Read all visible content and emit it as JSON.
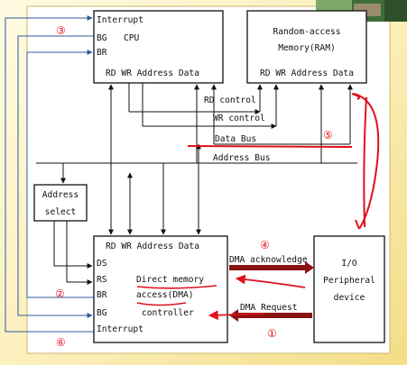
{
  "cpu": {
    "interrupt": "Interrupt",
    "bg": "BG",
    "cpu_label": "CPU",
    "br": "BR",
    "bottom": "RD WR Address Data"
  },
  "ram": {
    "line1": "Random-access",
    "line2": "Memory(RAM)",
    "bottom": "RD WR Address Data"
  },
  "buses": {
    "rd_control": "RD control",
    "wr_control": "WR control",
    "data_bus": "Data Bus",
    "address_bus": "Address Bus"
  },
  "address_select": {
    "line1": "Address",
    "line2": "select"
  },
  "dma": {
    "top": "RD WR Address Data",
    "ds": "DS",
    "rs": "RS",
    "br": "BR",
    "bg": "BG",
    "interrupt": "Interrupt",
    "name1": "Direct memory",
    "name2": "access(DMA)",
    "name3": "controller"
  },
  "io": {
    "line1": "I/O",
    "line2": "Peripheral",
    "line3": "device"
  },
  "signals": {
    "dma_ack": "DMA acknowledge",
    "dma_req": "DMA Request"
  },
  "annotations": {
    "n1": "①",
    "n2": "②",
    "n3": "③",
    "n4": "④",
    "n5": "⑤",
    "n6": "⑥"
  },
  "colors": {
    "annotation": "#e0101a",
    "bus_arrow": "#8a1414",
    "link_lines": "#2c5a9a"
  }
}
